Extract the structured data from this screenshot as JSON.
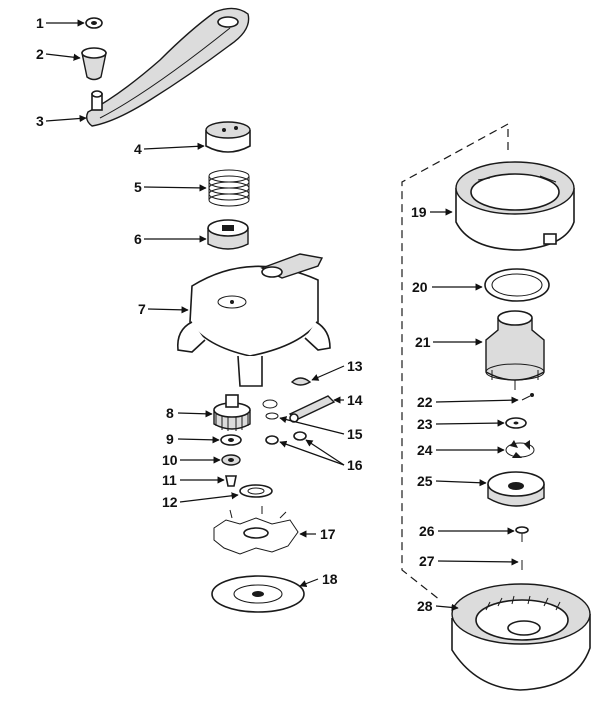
{
  "diagram": {
    "labels": {
      "p1": "1",
      "p2": "2",
      "p3": "3",
      "p4": "4",
      "p5": "5",
      "p6": "6",
      "p7": "7",
      "p8": "8",
      "p9": "9",
      "p10": "10",
      "p11": "11",
      "p12": "12",
      "p13": "13",
      "p14": "14",
      "p15": "15",
      "p16": "16",
      "p17": "17",
      "p18": "18",
      "p19": "19",
      "p20": "20",
      "p21": "21",
      "p22": "22",
      "p23": "23",
      "p24": "24",
      "p25": "25",
      "p26": "26",
      "p27": "27",
      "p28": "28"
    }
  }
}
